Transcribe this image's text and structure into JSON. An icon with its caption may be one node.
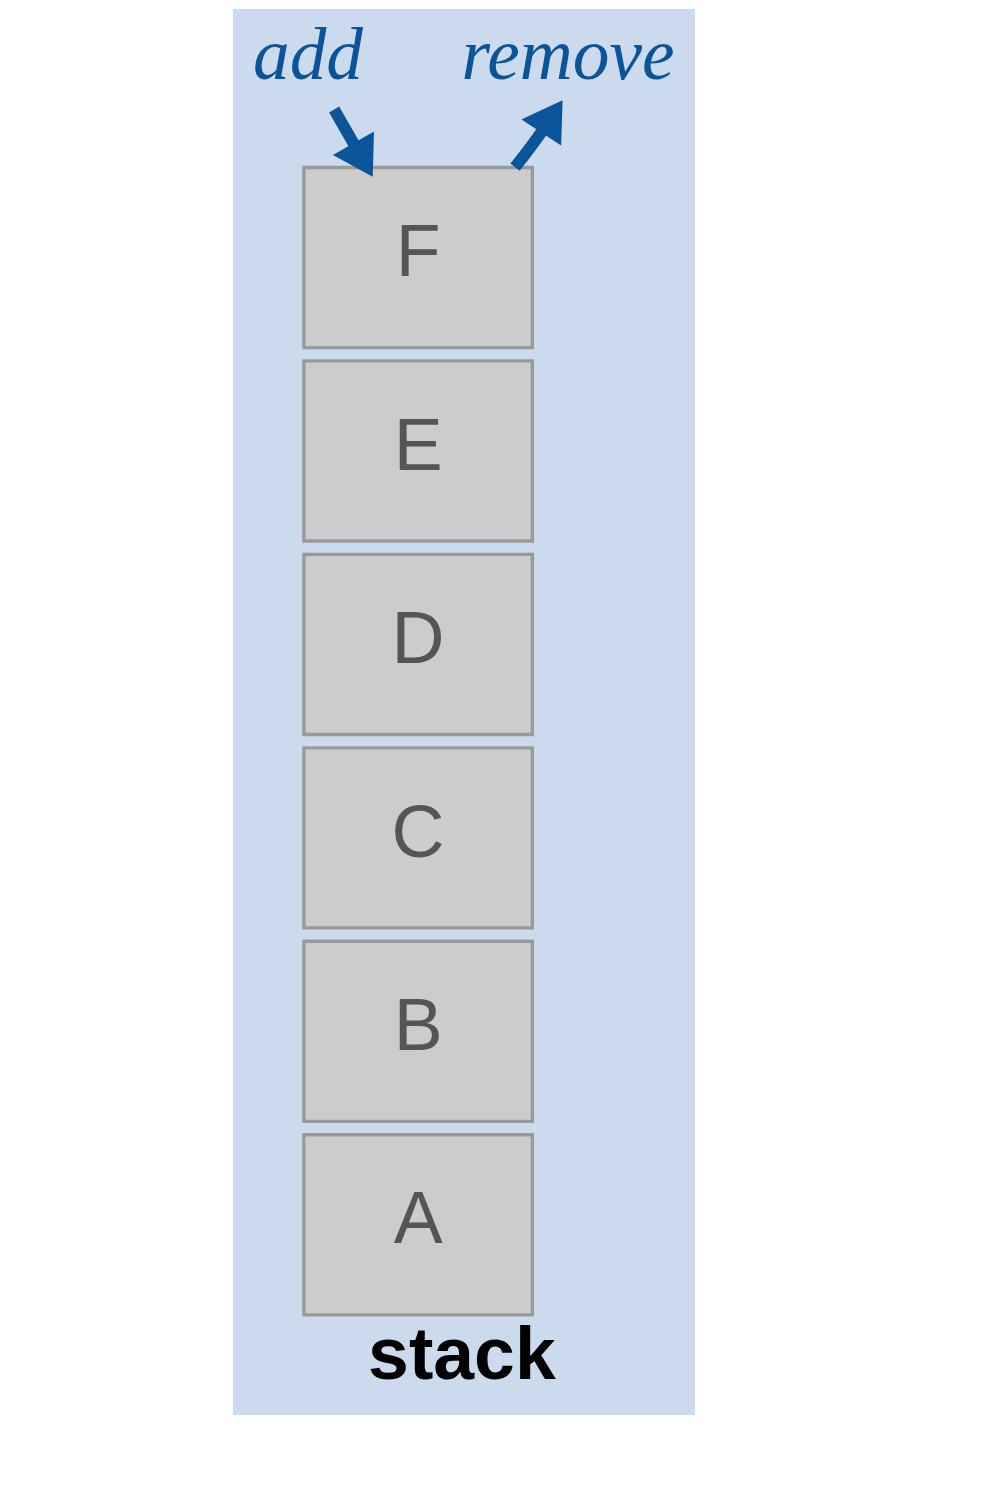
{
  "diagram": {
    "caption": "stack",
    "nodes": [
      {
        "text": [
          "add"
        ]
      },
      {
        "text": [
          "remove"
        ]
      },
      {
        "text": [
          "F"
        ]
      },
      {
        "text": [
          "E"
        ]
      },
      {
        "text": [
          "D"
        ]
      },
      {
        "text": [
          "C"
        ]
      },
      {
        "text": [
          "B"
        ]
      },
      {
        "text": [
          "A"
        ]
      }
    ],
    "edges": [
      {
        "from": 0,
        "to": 2,
        "arrow": "to"
      },
      {
        "from": 2,
        "to": 1,
        "arrow": "to"
      }
    ]
  }
}
